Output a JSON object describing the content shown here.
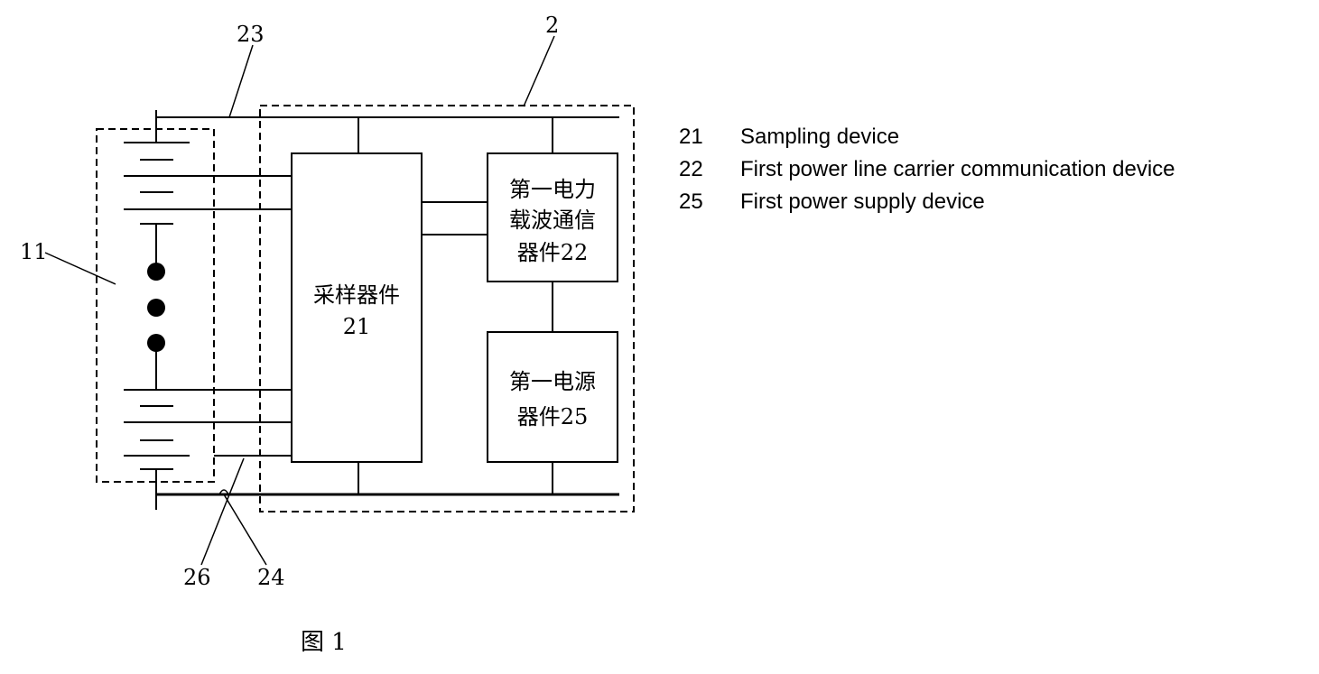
{
  "figure": {
    "caption": "图 1",
    "ref_labels": {
      "r2": "2",
      "r11": "11",
      "r23": "23",
      "r24": "24",
      "r26": "26"
    },
    "blocks": {
      "sampling": {
        "line1": "采样器件",
        "line2": "21"
      },
      "plc": {
        "line1": "第一电力",
        "line2": "载波通信",
        "line3": "器件22"
      },
      "power": {
        "line1": "第一电源",
        "line2": "器件25"
      }
    }
  },
  "legend": [
    {
      "num": "21",
      "text": "Sampling device"
    },
    {
      "num": "22",
      "text": "First power line carrier communication device"
    },
    {
      "num": "25",
      "text": "First power supply device"
    }
  ]
}
